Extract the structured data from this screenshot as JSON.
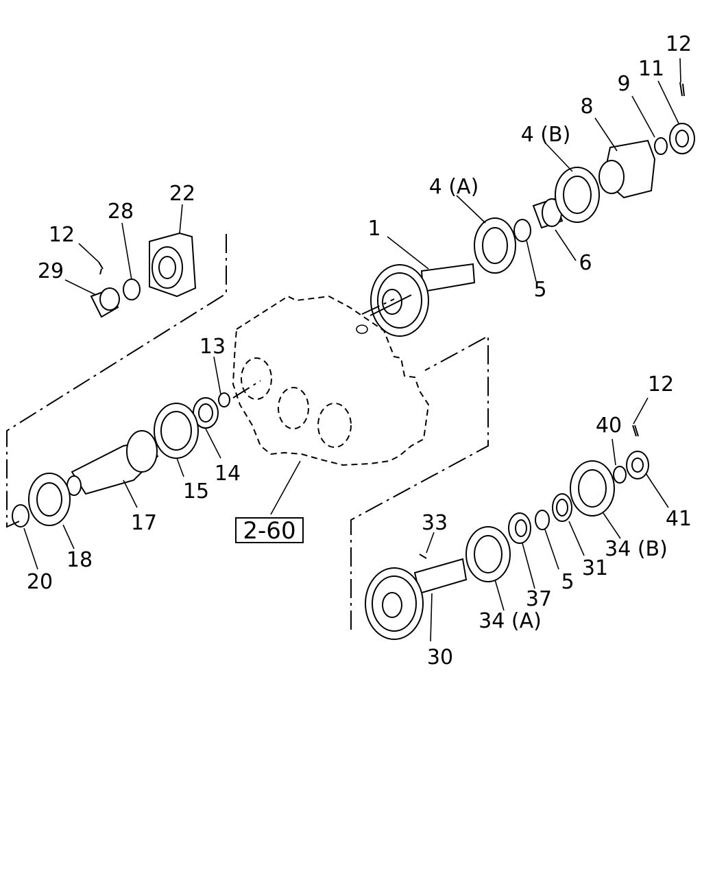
{
  "callouts": {
    "p1": "1",
    "p4a": "4 (A)",
    "p4b": "4 (B)",
    "p5_top": "5",
    "p6": "6",
    "p8": "8",
    "p9": "9",
    "p11": "11",
    "p12_top": "12",
    "p12_left": "12",
    "p12_right": "12",
    "p13": "13",
    "p14": "14",
    "p15": "15",
    "p17": "17",
    "p18": "18",
    "p20": "20",
    "p22": "22",
    "p28": "28",
    "p29": "29",
    "p30": "30",
    "p31": "31",
    "p33": "33",
    "p34a": "34 (A)",
    "p34b": "34 (B)",
    "p37": "37",
    "p40": "40",
    "p41": "41",
    "p5_bottom": "5"
  },
  "reference": {
    "label": "2-60"
  }
}
